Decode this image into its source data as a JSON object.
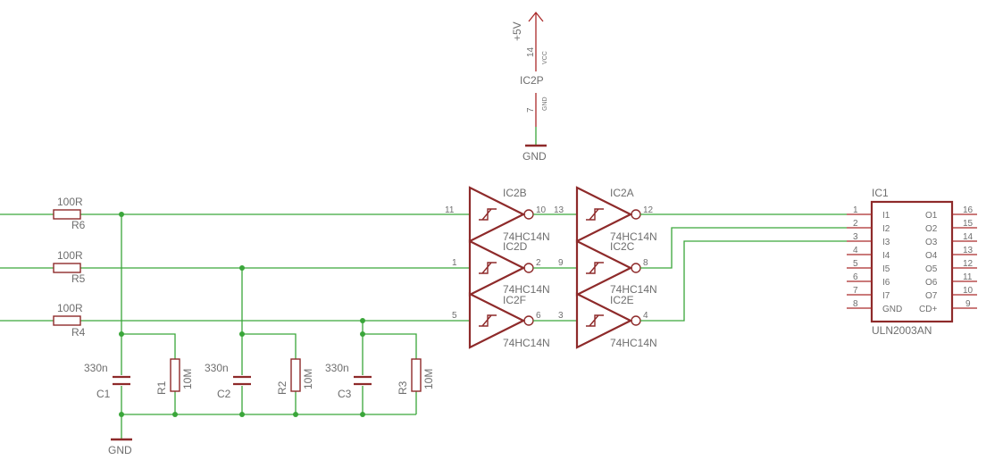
{
  "power": {
    "supply_label": "+5V",
    "vcc_pin": "14",
    "vcc_name": "VCC",
    "part": "IC2P",
    "gnd_pin": "7",
    "gnd_name": "GND",
    "gnd_symbol": "GND"
  },
  "resistors_in": [
    {
      "value": "100R",
      "name": "R6"
    },
    {
      "value": "100R",
      "name": "R5"
    },
    {
      "value": "100R",
      "name": "R4"
    }
  ],
  "rc_filters": [
    {
      "cap_value": "330n",
      "cap_name": "C1",
      "res_name": "R1",
      "res_value": "10M"
    },
    {
      "cap_value": "330n",
      "cap_name": "C2",
      "res_name": "R2",
      "res_value": "10M"
    },
    {
      "cap_value": "330n",
      "cap_name": "C3",
      "res_name": "R3",
      "res_value": "10M"
    }
  ],
  "bottom_gnd": "GND",
  "inverters": [
    {
      "name": "IC2B",
      "part": "74HC14N",
      "in_pin": "11",
      "out_pin": "10"
    },
    {
      "name": "IC2D",
      "part": "74HC14N",
      "in_pin": "1",
      "out_pin": "2"
    },
    {
      "name": "IC2F",
      "part": "74HC14N",
      "in_pin": "5",
      "out_pin": "6"
    },
    {
      "name": "IC2A",
      "part": "74HC14N",
      "in_pin": "13",
      "out_pin": "12"
    },
    {
      "name": "IC2C",
      "part": "74HC14N",
      "in_pin": "9",
      "out_pin": "8"
    },
    {
      "name": "IC2E",
      "part": "74HC14N",
      "in_pin": "3",
      "out_pin": "4"
    }
  ],
  "driver": {
    "name": "IC1",
    "part": "ULN2003AN",
    "left_pins": [
      {
        "num": "1",
        "name": "I1"
      },
      {
        "num": "2",
        "name": "I2"
      },
      {
        "num": "3",
        "name": "I3"
      },
      {
        "num": "4",
        "name": "I4"
      },
      {
        "num": "5",
        "name": "I5"
      },
      {
        "num": "6",
        "name": "I6"
      },
      {
        "num": "7",
        "name": "I7"
      },
      {
        "num": "8",
        "name": "GND"
      }
    ],
    "right_pins": [
      {
        "num": "16",
        "name": "O1"
      },
      {
        "num": "15",
        "name": "O2"
      },
      {
        "num": "14",
        "name": "O3"
      },
      {
        "num": "13",
        "name": "O4"
      },
      {
        "num": "12",
        "name": "O5"
      },
      {
        "num": "11",
        "name": "O6"
      },
      {
        "num": "10",
        "name": "O7"
      },
      {
        "num": "9",
        "name": "CD+"
      }
    ]
  }
}
